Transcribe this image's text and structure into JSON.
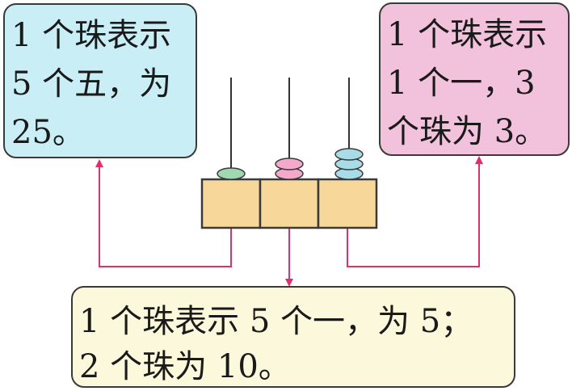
{
  "left_box": {
    "lines": [
      "1 个珠表示",
      "5 个五，为",
      "25。"
    ]
  },
  "right_box": {
    "lines": [
      "1 个珠表示",
      "1 个一，3",
      "个珠为 3。"
    ]
  },
  "bottom_box": {
    "lines": [
      "1 个珠表示 5 个一，为 5；",
      "2 个珠为 10。"
    ]
  },
  "abacus": {
    "columns": [
      {
        "beads": 1,
        "color": "#9fd8b0"
      },
      {
        "beads": 2,
        "color": "#f4a8cc"
      },
      {
        "beads": 3,
        "color": "#a8dde8"
      }
    ],
    "base_color": "#f7d79a",
    "arrow_color": "#e0306a"
  }
}
